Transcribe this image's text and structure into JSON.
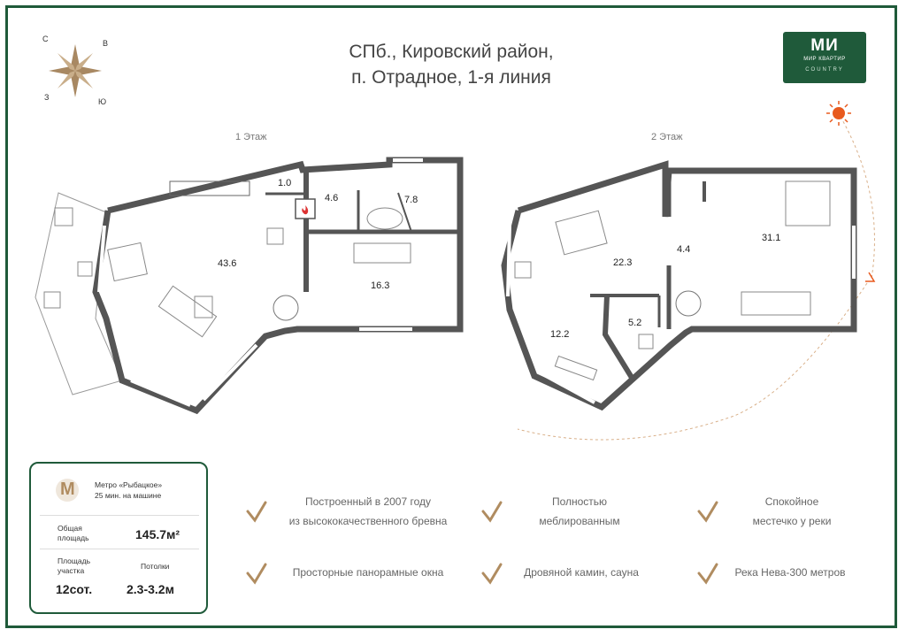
{
  "title": {
    "line1": "СПб., Кировский район,",
    "line2": "п. Отрадное, 1-я линия"
  },
  "compass": {
    "n": "С",
    "e": "В",
    "w": "З",
    "s": "Ю"
  },
  "floors": {
    "first": "1 Этаж",
    "second": "2 Этаж"
  },
  "rooms": {
    "r1_living": "43.6",
    "r1_toilet": "1.0",
    "r1_sauna": "4.6",
    "r1_bath": "7.8",
    "r1_hall": "16.3",
    "r2_bed1": "22.3",
    "r2_hall": "4.4",
    "r2_bed2": "31.1",
    "r2_study": "12.2",
    "r2_bath": "5.2"
  },
  "logo": {
    "mark": "МИ",
    "sub1": "МИР КВАРТИР",
    "sub2": "COUNTRY"
  },
  "info": {
    "metro_name": "Метро «Рыбацкое»",
    "metro_time": "25 мин. на машине",
    "area_label_1": "Общая",
    "area_label_2": "площадь",
    "area_value": "145.7м²",
    "plot_label_1": "Площадь",
    "plot_label_2": "участка",
    "plot_value": "12сот.",
    "ceiling_label": "Потолки",
    "ceiling_value": "2.3-3.2м"
  },
  "features": [
    {
      "line1": "Построенный в 2007 году",
      "line2": "из высококачественного бревна"
    },
    {
      "line1": "Полностью",
      "line2": "меблированным"
    },
    {
      "line1": "Спокойное",
      "line2": "местечко у реки"
    },
    {
      "line1": "Просторные панорамные окна",
      "line2": ""
    },
    {
      "line1": "Дровяной камин,  сауна",
      "line2": ""
    },
    {
      "line1": "Река Нева-300 метров",
      "line2": ""
    }
  ],
  "colors": {
    "frame": "#1f5a3a",
    "wall": "#555555",
    "accent": "#b08c60",
    "sun": "#e85a1e"
  }
}
